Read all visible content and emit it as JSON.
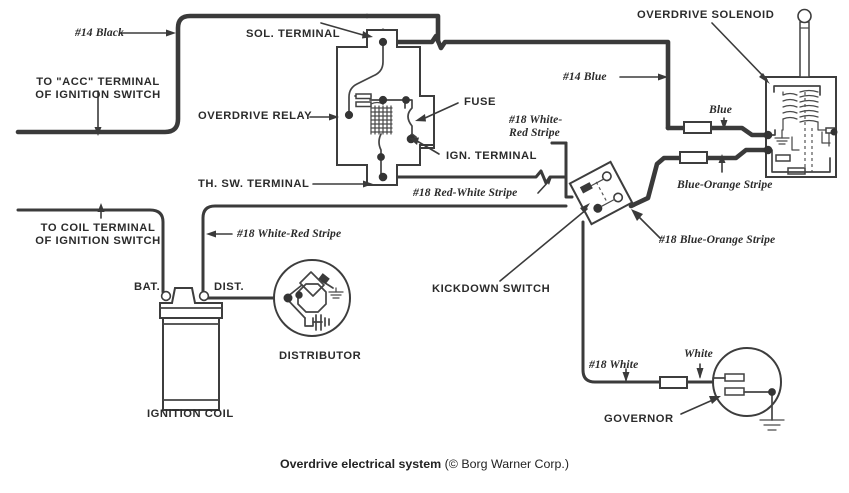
{
  "caption": {
    "title": "Overdrive electrical system",
    "credit": "(© Borg Warner Corp.)"
  },
  "labels": {
    "acc_terminal": "TO \"ACC\" TERMINAL\nOF IGNITION SWITCH",
    "wire_14_black": "#14 Black",
    "sol_terminal": "SOL. TERMINAL",
    "overdrive_relay": "OVERDRIVE RELAY",
    "fuse": "FUSE",
    "ign_terminal": "IGN. TERMINAL",
    "th_sw_terminal": "TH. SW. TERMINAL",
    "wire_18_red_white": "#18 Red-White Stripe",
    "coil_terminal": "TO COIL TERMINAL\nOF IGNITION SWITCH",
    "wire_18_white_red_left": "#18 White-Red Stripe",
    "wire_18_white_red_right": "#18 White-\nRed Stripe",
    "bat": "BAT.",
    "dist": "DIST.",
    "distributor": "DISTRIBUTOR",
    "ignition_coil": "IGNITION COIL",
    "kickdown_switch": "KICKDOWN SWITCH",
    "overdrive_solenoid": "OVERDRIVE SOLENOID",
    "wire_14_blue": "#14 Blue",
    "blue": "Blue",
    "blue_orange_stripe": "Blue-Orange Stripe",
    "wire_18_blue_orange": "#18 Blue-Orange Stripe",
    "wire_18_white": "#18 White",
    "white": "White",
    "governor": "GOVERNOR"
  },
  "colors": {
    "wire": "#3a3a3a",
    "component_outline": "#3d3d3d",
    "text": "#2b2b2b",
    "background": "#ffffff"
  },
  "components": [
    {
      "name": "overdrive-relay",
      "label": "OVERDRIVE RELAY"
    },
    {
      "name": "overdrive-solenoid",
      "label": "OVERDRIVE SOLENOID"
    },
    {
      "name": "kickdown-switch",
      "label": "KICKDOWN SWITCH"
    },
    {
      "name": "ignition-coil",
      "label": "IGNITION COIL"
    },
    {
      "name": "distributor",
      "label": "DISTRIBUTOR"
    },
    {
      "name": "governor",
      "label": "GOVERNOR"
    }
  ],
  "wires": [
    {
      "name": "wire-14-black",
      "label": "#14 Black",
      "gauge": "#14",
      "color": "Black"
    },
    {
      "name": "wire-14-blue",
      "label": "#14 Blue",
      "gauge": "#14",
      "color": "Blue"
    },
    {
      "name": "wire-18-red-white",
      "label": "#18 Red-White Stripe",
      "gauge": "#18",
      "color": "Red-White Stripe"
    },
    {
      "name": "wire-18-white-red",
      "label": "#18 White-Red Stripe",
      "gauge": "#18",
      "color": "White-Red Stripe"
    },
    {
      "name": "wire-18-blue-orange",
      "label": "#18 Blue-Orange Stripe",
      "gauge": "#18",
      "color": "Blue-Orange Stripe"
    },
    {
      "name": "wire-18-white",
      "label": "#18 White",
      "gauge": "#18",
      "color": "White"
    }
  ]
}
